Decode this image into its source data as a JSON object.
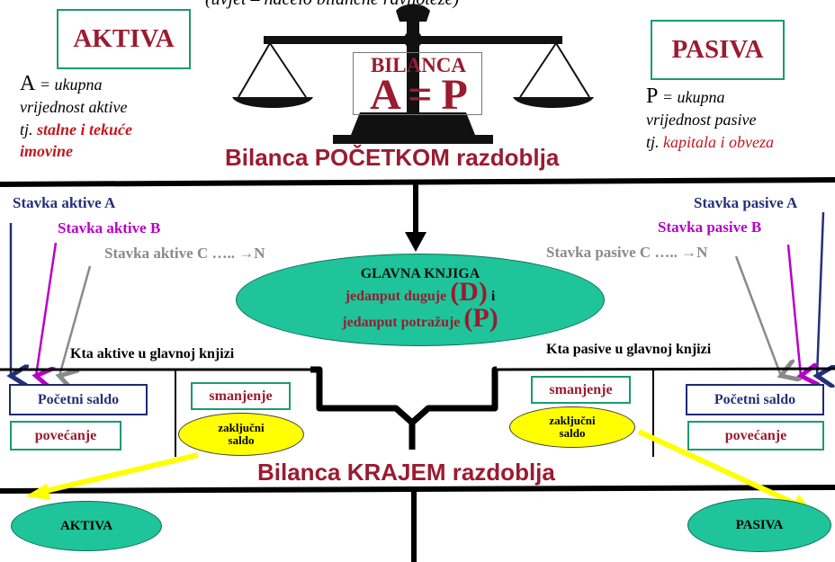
{
  "header_fragment": "(uvjet – načelo bilančne ravnoteže)",
  "aktiva_title": "AKTIVA",
  "pasiva_title": "PASIVA",
  "scale": {
    "label": "BILANCA",
    "equation": "A = P"
  },
  "aktiva_def": {
    "letter": "A",
    "line1": " = ukupna",
    "line2": "vrijednost aktive",
    "line3_prefix": "tj. ",
    "line3_red": "stalne i tekuće",
    "line4_red": "imovine"
  },
  "pasiva_def": {
    "letter": "P",
    "line1": " = ukupna",
    "line2": "vrijednost pasive",
    "line3_prefix": "tj. ",
    "line3_red": "kapitala i obveza"
  },
  "bilanca_start": "Bilanca POČETKOM razdoblja",
  "bilanca_end": "Bilanca KRAJEM razdoblja",
  "left_items": {
    "a": "Stavka aktive A",
    "b": "Stavka aktive B",
    "c": "Stavka aktive C ….. →N"
  },
  "right_items": {
    "a": "Stavka pasive A",
    "b": "Stavka pasive B",
    "c": "Stavka pasive C ….. →N"
  },
  "ledger": {
    "title": "GLAVNA KNJIGA",
    "line2_pre": "jedanput duguje",
    "line2_big": "(D)",
    "line2_post": " i",
    "line3_pre": "jedanput potražuje",
    "line3_big": "(P)"
  },
  "kta_aktive": "Kta aktive u glavnoj knjizi",
  "kta_pasive": "Kta pasive u glavnoj knjizi",
  "left_account": {
    "opening": "Početni saldo",
    "increase": "povećanje",
    "decrease": "smanjenje",
    "closing": "zaključni saldo"
  },
  "right_account": {
    "opening": "Početni saldo",
    "increase": "povećanje",
    "decrease": "smanjenje",
    "closing": "zaključni saldo"
  },
  "bottom": {
    "left": "AKTIVA",
    "right": "PASIVA"
  },
  "colors": {
    "dark_red": "#9b1b30",
    "navy": "#25307a",
    "magenta": "#b800c8",
    "grey": "#8a8a8a",
    "teal": "#1fc49a",
    "yellow": "#ffff00",
    "box_border": "#1a9a72"
  }
}
